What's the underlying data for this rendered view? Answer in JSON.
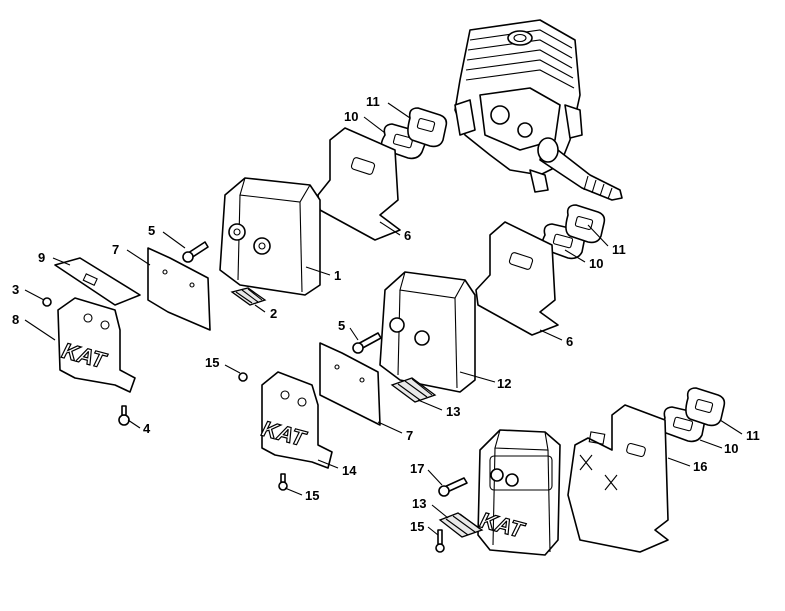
{
  "callouts": [
    "1",
    "2",
    "3",
    "4",
    "5",
    "6",
    "7",
    "8",
    "9",
    "10",
    "11",
    "12",
    "13",
    "14",
    "15",
    "16",
    "17"
  ],
  "labels": [
    {
      "id": "l11a",
      "text": "11"
    },
    {
      "id": "l10a",
      "text": "10"
    },
    {
      "id": "l6a",
      "text": "6"
    },
    {
      "id": "l5a",
      "text": "5"
    },
    {
      "id": "l7a",
      "text": "7"
    },
    {
      "id": "l1",
      "text": "1"
    },
    {
      "id": "l2",
      "text": "2"
    },
    {
      "id": "l9",
      "text": "9"
    },
    {
      "id": "l3",
      "text": "3"
    },
    {
      "id": "l8",
      "text": "8"
    },
    {
      "id": "l4",
      "text": "4"
    },
    {
      "id": "l11b",
      "text": "11"
    },
    {
      "id": "l10b",
      "text": "10"
    },
    {
      "id": "l6b",
      "text": "6"
    },
    {
      "id": "l5b",
      "text": "5"
    },
    {
      "id": "l12",
      "text": "12"
    },
    {
      "id": "l13a",
      "text": "13"
    },
    {
      "id": "l7b",
      "text": "7"
    },
    {
      "id": "l15a",
      "text": "15"
    },
    {
      "id": "l14",
      "text": "14"
    },
    {
      "id": "l15b",
      "text": "15"
    },
    {
      "id": "l11c",
      "text": "11"
    },
    {
      "id": "l10c",
      "text": "10"
    },
    {
      "id": "l16",
      "text": "16"
    },
    {
      "id": "l17",
      "text": "17"
    },
    {
      "id": "l13b",
      "text": "13"
    },
    {
      "id": "l15c",
      "text": "15"
    }
  ],
  "stamps": {
    "kat": "KAT"
  }
}
